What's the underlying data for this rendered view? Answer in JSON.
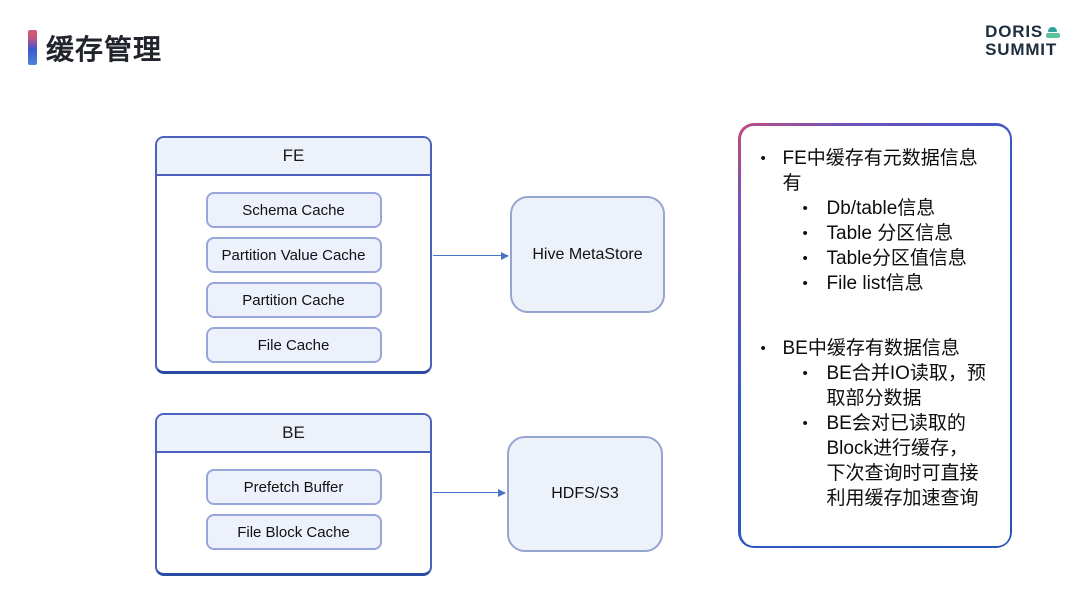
{
  "header": {
    "title": "缓存管理",
    "logo": {
      "line1": "DORIS",
      "line2": "SUMMIT",
      "mark": "doris-summit-logo-icon"
    }
  },
  "diagram": {
    "fe_box": {
      "title": "FE",
      "items": [
        "Schema Cache",
        "Partition Value Cache",
        "Partition Cache",
        "File Cache"
      ]
    },
    "be_box": {
      "title": "BE",
      "items": [
        "Prefetch Buffer",
        "File Block Cache"
      ]
    },
    "hive_box": {
      "label": "Hive MetaStore"
    },
    "hdfs_box": {
      "label": "HDFS/S3"
    },
    "arrows": [
      {
        "from": "FE",
        "to": "Hive MetaStore"
      },
      {
        "from": "BE",
        "to": "HDFS/S3"
      }
    ]
  },
  "notes_panel": {
    "bullet_glyph": "•",
    "sections": [
      {
        "bullet": "FE中缓存有元数据信息有",
        "sub_bullets": [
          "Db/table信息",
          "Table 分区信息",
          "Table分区值信息",
          "File list信息"
        ]
      },
      {
        "bullet": "BE中缓存有数据信息",
        "sub_bullets": [
          "BE合并IO读取，预取部分数据",
          "BE会对已读取的Block进行缓存，下次查询时可直接利用缓存加速查询"
        ]
      }
    ]
  },
  "colors": {
    "accent_pink": "#d9596d",
    "accent_blue": "#3a57d0",
    "box_border": "#4c61bb",
    "box_header_fill": "#edf1fa",
    "chip_fill": "#edf1fb",
    "chip_border": "#98a6de",
    "store_fill": "#edf2fa",
    "store_border": "#96a4d2",
    "arrow": "#4975c6",
    "logo_navy": "#1c2d3d",
    "logo_teal": "#2fa3a0",
    "logo_green": "#5cc29a"
  }
}
